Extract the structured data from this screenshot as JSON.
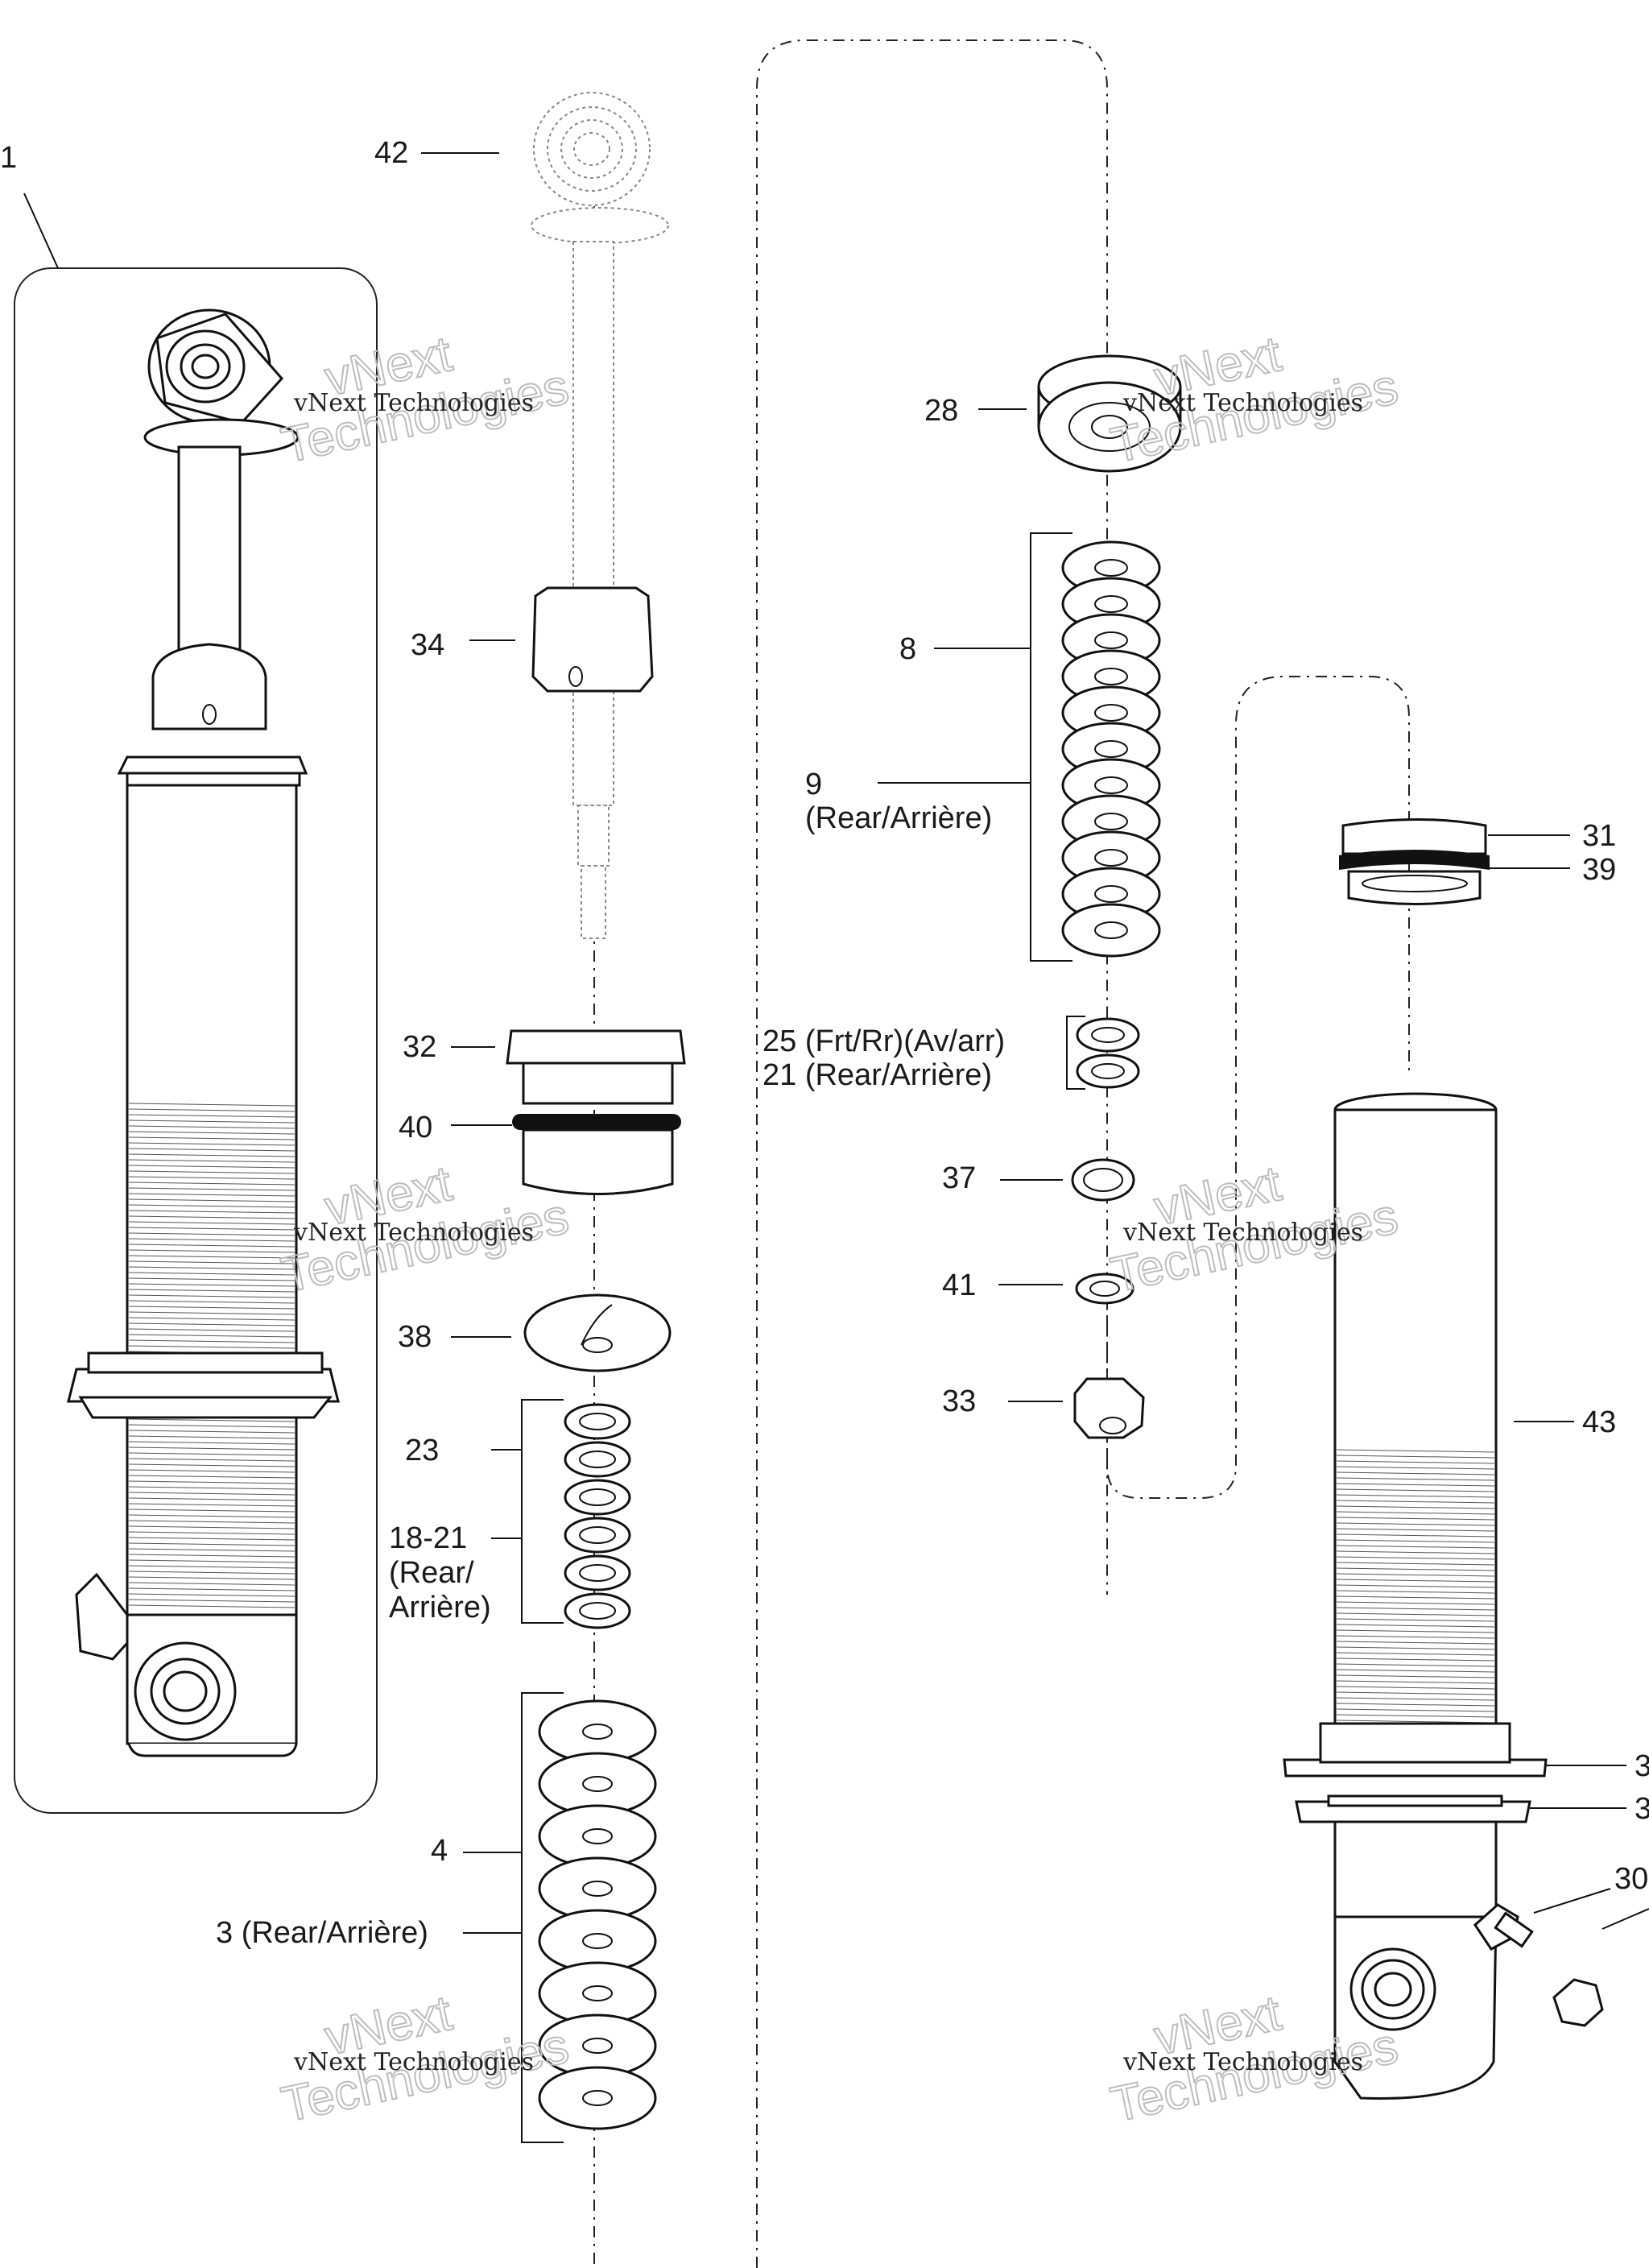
{
  "callouts": {
    "c1": "1",
    "c42": "42",
    "c34": "34",
    "c32": "32",
    "c40": "40",
    "c38": "38",
    "c23": "23",
    "c18_21_a": "18-21",
    "c18_21_b": "(Rear/",
    "c18_21_c": "Arrière)",
    "c4": "4",
    "c3": "3 (Rear/Arrière)",
    "c28": "28",
    "c8": "8",
    "c9_a": "9",
    "c9_b": "(Rear/Arrière)",
    "c25": "25 (Frt/Rr)(Av/arr)",
    "c21": "21 (Rear/Arrière)",
    "c37": "37",
    "c41": "41",
    "c33": "33",
    "c31": "31",
    "c39": "39",
    "c43": "43",
    "c3x": "3",
    "c3y": "3",
    "c30": "30"
  },
  "watermarks": [
    {
      "brand": "vNext Technologies",
      "big_top": "vNext",
      "big_bottom": "Technologies"
    },
    {
      "brand": "vNext Technologies",
      "big_top": "vNext",
      "big_bottom": "Technologies"
    },
    {
      "brand": "vNext Technologies",
      "big_top": "vNext",
      "big_bottom": "Technologies"
    },
    {
      "brand": "vNext Technologies",
      "big_top": "vNext",
      "big_bottom": "Technologies"
    },
    {
      "brand": "vNext Technologies",
      "big_top": "vNext",
      "big_bottom": "Technologies"
    },
    {
      "brand": "vNext Technologies",
      "big_top": "vNext",
      "big_bottom": "Technologies"
    }
  ],
  "colors": {
    "line": "#111111",
    "background": "#ffffff",
    "watermark_outline": "#bdbdbd"
  }
}
